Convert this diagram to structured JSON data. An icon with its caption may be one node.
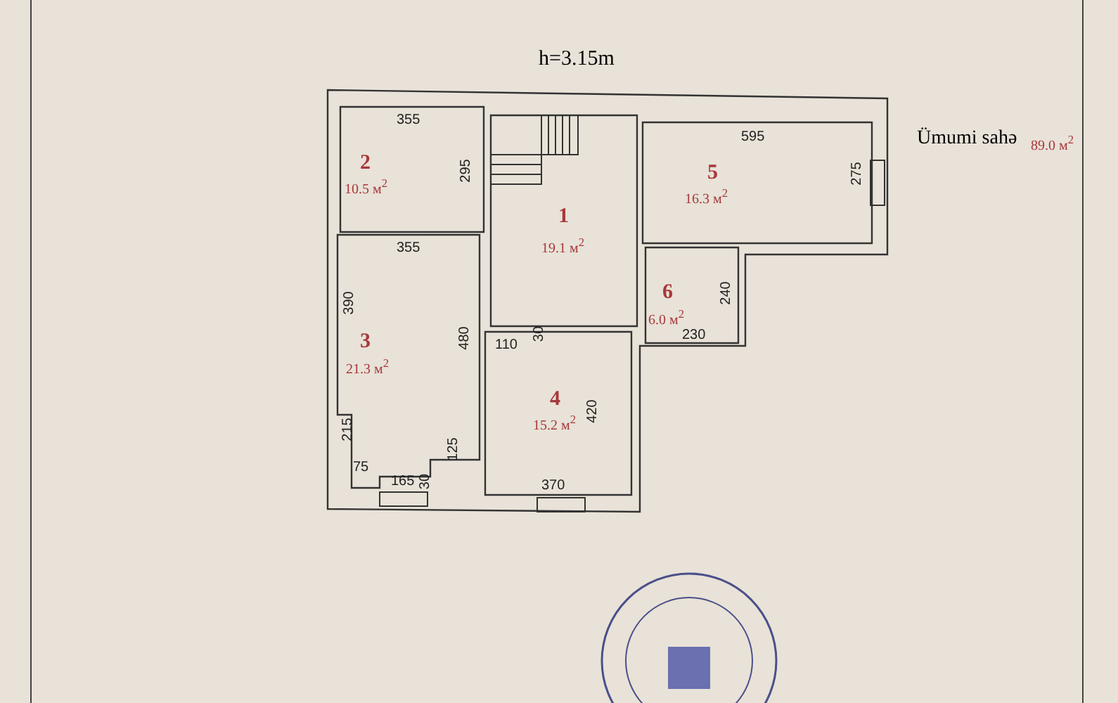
{
  "diagram": {
    "title": "h=3.15m",
    "nodes": [
      {
        "text": [
          "1",
          "19.1 м$^{2}$"
        ]
      },
      {
        "text": [
          "2",
          "10.5 м$^{2}$"
        ]
      },
      {
        "text": [
          "3",
          "21.3 м$^{2}$"
        ]
      },
      {
        "text": [
          "4",
          "15.2 м$^{2}$"
        ]
      },
      {
        "text": [
          "5",
          "16.3 м$^{2}$"
        ]
      },
      {
        "text": [
          "6",
          "6.0 м$^{2}$"
        ]
      }
    ],
    "edges": [],
    "labels": [
      "355",
      "295",
      "595",
      "Ümumi sahə",
      "89.0 м$^{2}$",
      "275",
      "355",
      "390",
      "480",
      "240",
      "230",
      "110",
      "30",
      "420",
      "215",
      "125",
      "75",
      "165",
      "30",
      "370"
    ]
  }
}
